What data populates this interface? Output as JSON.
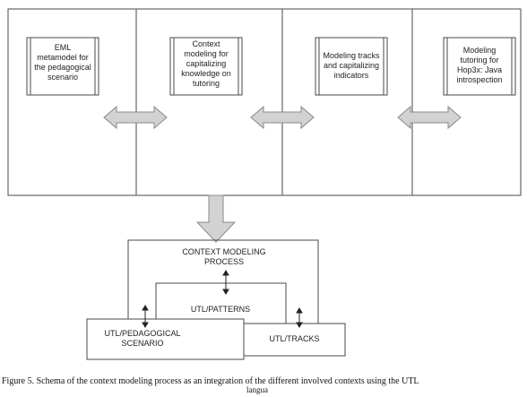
{
  "top_boxes": [
    {
      "text": "EML\nmetamodel for\nthe pedagogical\nscenario"
    },
    {
      "text": "Context\nmodeling for\ncapitalizing\nknowledge on\ntutoring"
    },
    {
      "text": "Modeling tracks\nand capitalizing\nindicators"
    },
    {
      "text": "Modeling\ntutoring for\nHop3x: Java\nintrospection"
    }
  ],
  "context_process": {
    "label": "CONTEXT MODELING\nPROCESS"
  },
  "patterns_box": {
    "label": "UTL/PATTERNS"
  },
  "pedagogical_box": {
    "label": "UTL/PEDAGOGICAL\nSCENARIO"
  },
  "tracks_box": {
    "label": "UTL/TRACKS"
  },
  "caption": {
    "line1": "Figure 5. Schema of the context modeling process as an integration of the different involved contexts using the UTL",
    "line2": "langua"
  },
  "colors": {
    "line": "#4a4a4a",
    "arrow_fill": "#d2d2d2",
    "arrow_stroke": "#8a8a8a"
  }
}
